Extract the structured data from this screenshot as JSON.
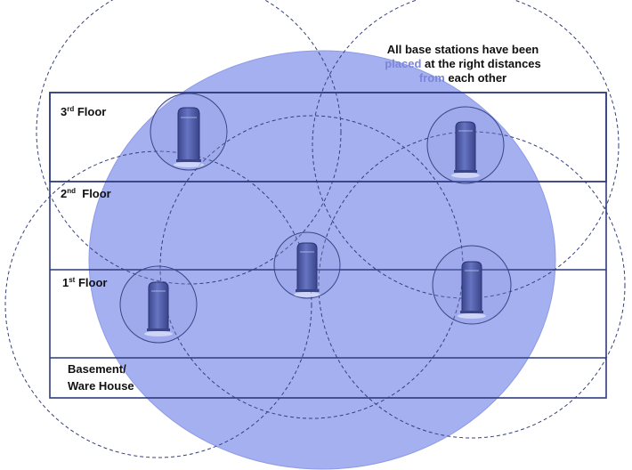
{
  "colors": {
    "coverage_fill": "#a5b0f1",
    "coverage_edge": "#8e9ae6",
    "floor_line": "#2e3a7e",
    "dashed_circle": "#35407c",
    "station_body": "#5a68b2",
    "station_dark": "#323c7c",
    "highlight_text": "#7b86d8"
  },
  "note": {
    "line1": "All base stations have been",
    "line2_highlight": "placed",
    "line2_rest": " at the right distances",
    "line3_highlight": "from",
    "line3_rest": " each other"
  },
  "floors": {
    "third": {
      "num": "3",
      "sup": "rd",
      "word": "Floor"
    },
    "second": {
      "num": "2",
      "sup": "nd",
      "word": "Floor"
    },
    "first": {
      "num": "1",
      "sup": "st",
      "word": "Floor"
    },
    "basement": {
      "line1": "Basement/",
      "line2": "Ware House"
    }
  },
  "icons": {
    "base_station": "base-station-icon",
    "coverage": "coverage-area",
    "range": "dashed-range-circle"
  },
  "base_station_count": 5
}
